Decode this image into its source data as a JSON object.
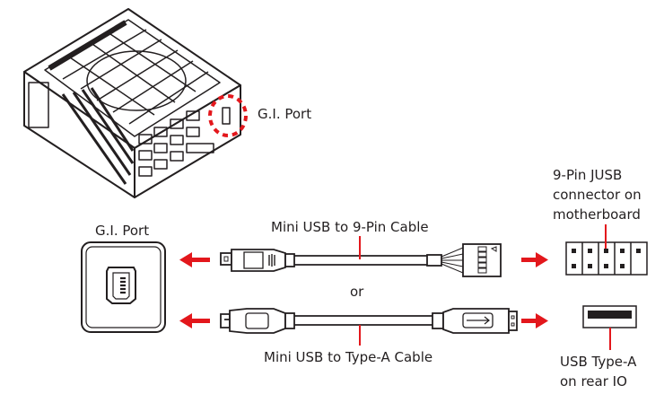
{
  "colors": {
    "accent": "#e3171c",
    "line": "#231f20"
  },
  "psu": {
    "callout_label": "G.I. Port"
  },
  "port_panel": {
    "title": "G.I. Port"
  },
  "cables": {
    "top": {
      "label": "Mini USB to 9-Pin Cable"
    },
    "separator": "or",
    "bottom": {
      "label": "Mini USB to Type-A Cable"
    }
  },
  "targets": {
    "jusb": {
      "label_lines": [
        "9-Pin JUSB",
        "connector on",
        "motherboard"
      ]
    },
    "usb_a": {
      "label_lines": [
        "USB Type-A",
        "on rear IO"
      ]
    }
  }
}
